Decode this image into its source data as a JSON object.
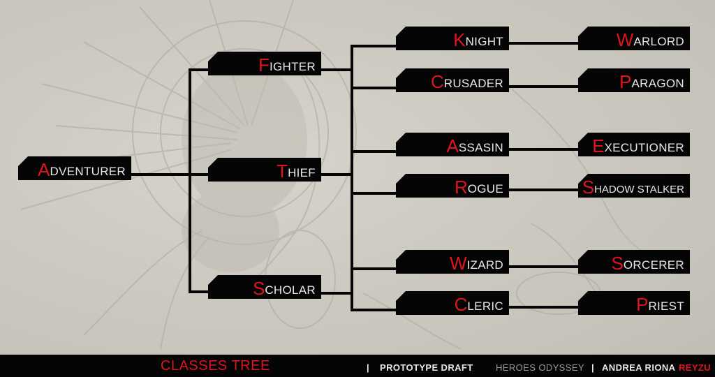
{
  "nodes": {
    "adventurer": {
      "first": "A",
      "rest": "dventurer"
    },
    "fighter": {
      "first": "F",
      "rest": "ighter"
    },
    "thief": {
      "first": "T",
      "rest": "hief"
    },
    "scholar": {
      "first": "S",
      "rest": "cholar"
    },
    "knight": {
      "first": "K",
      "rest": "night"
    },
    "crusader": {
      "first": "C",
      "rest": "rusader"
    },
    "assasin": {
      "first": "A",
      "rest": "ssasin"
    },
    "rogue": {
      "first": "R",
      "rest": "ogue"
    },
    "wizard": {
      "first": "W",
      "rest": "izard"
    },
    "cleric": {
      "first": "C",
      "rest": "leric"
    },
    "warlord": {
      "first": "W",
      "rest": "arlord"
    },
    "paragon": {
      "first": "P",
      "rest": "aragon"
    },
    "executioner": {
      "first": "E",
      "rest": "xecutioner"
    },
    "shadow_stalker": {
      "first": "S",
      "rest": "hadow Stalker"
    },
    "sorcerer": {
      "first": "S",
      "rest": "orcerer"
    },
    "priest": {
      "first": "P",
      "rest": "riest"
    }
  },
  "footer": {
    "title": "CLASSES TREE",
    "sep1": "|",
    "draft": "PROTOTYPE DRAFT",
    "project": "HEROES ODYSSEY",
    "sep2": "|",
    "author": "ANDREA RIONA",
    "author_accent": "REYZU"
  },
  "colors": {
    "accent": "#e0141e",
    "node_bg": "#050505",
    "node_text": "#e8e8e8",
    "connector": "#050505",
    "background": "#c9c6be",
    "footer_muted": "#9a9a9a"
  }
}
